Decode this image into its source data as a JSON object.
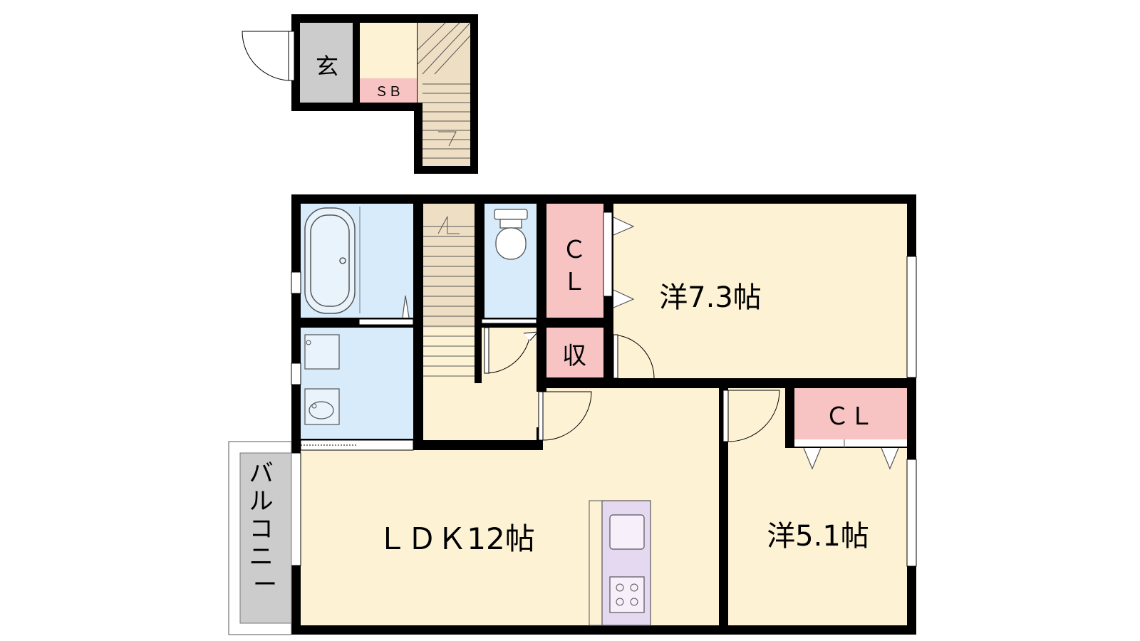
{
  "floor_plan": {
    "rooms": {
      "genkan": {
        "label": "玄",
        "color": "#cccccc"
      },
      "shoe_box": {
        "label": "ＳＢ",
        "color": "#f8c3c3"
      },
      "western_7_3": {
        "label": "洋7.3帖",
        "color": "#fdf2d4"
      },
      "western_5_1": {
        "label": "洋5.1帖",
        "color": "#fdf2d4"
      },
      "ldk": {
        "label": "ＬＤＫ12帖",
        "color": "#fdf2d4"
      },
      "closet_1": {
        "label_top": "Ｃ",
        "label_bottom": "Ｌ",
        "color": "#f8c3c3"
      },
      "closet_2": {
        "label": "ＣＬ",
        "color": "#f8c3c3"
      },
      "storage": {
        "label": "収",
        "color": "#f8c3c3"
      },
      "balcony": {
        "label": "バルコニー",
        "color": "#cccccc"
      },
      "bath": {
        "color": "#d8ebfa"
      },
      "washroom": {
        "color": "#d8ebfa"
      },
      "toilet": {
        "color": "#d8ebfa"
      },
      "stairs": {
        "color": "#eedfc4"
      },
      "kitchen": {
        "color": "#e5d9f2"
      }
    },
    "colors": {
      "wall": "#000000",
      "floor": "#fdf2d4"
    }
  }
}
